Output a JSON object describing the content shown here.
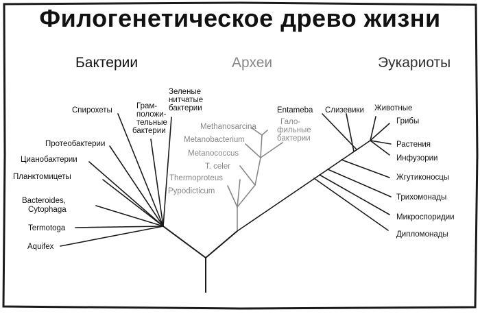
{
  "title": "Филогенетическое древо жизни",
  "colors": {
    "ink": "#1a1a1a",
    "archaea": "#888888",
    "frame": "#1a1a1a"
  },
  "domains": {
    "bacteria": "Бактерии",
    "archaea": "Археи",
    "eukaryota": "Эукариоты"
  },
  "bacteria": {
    "green_filamentous": [
      "Зеленые",
      "нитчатые",
      "бактерии"
    ],
    "spirochetes": "Спирохеты",
    "gram_positive": [
      "Грам-",
      "положи-",
      "тельные",
      "бактерии"
    ],
    "proteobacteria": "Протеобактерии",
    "cyanobacteria": "Цианобактерии",
    "planctomycetes": "Планктомицеты",
    "bacteroides": [
      "Bacteroides,",
      "Cytophaga"
    ],
    "thermotoga": "Termotoga",
    "aquifex": "Aquifex"
  },
  "archaea": {
    "methanosarcina": "Methanosarcina",
    "methanobacterium": "Metanobacterium",
    "methanococcus": "Metanococcus",
    "tceler": "T. celer",
    "thermoproteus": "Thermoproteus",
    "pyrodictium": "Pypodicticum",
    "halophiles": [
      "Гало-",
      "фильные",
      "бактерии"
    ]
  },
  "eukaryota": {
    "entamoeba": "Entameba",
    "slime_molds": "Слизевики",
    "animals": "Животные",
    "fungi": "Грибы",
    "plants": "Растения",
    "ciliates": "Инфузории",
    "flagellates": "Жгутиконосцы",
    "trichomonads": "Трихомонады",
    "microsporidia": "Микроспоридии",
    "diplomonads": "Дипломонады"
  }
}
